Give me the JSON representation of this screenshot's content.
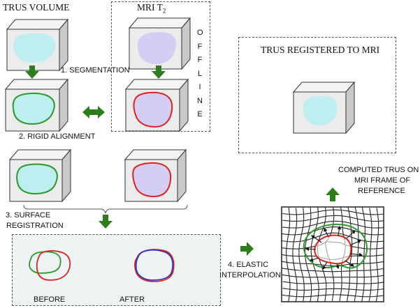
{
  "titles": {
    "trus_volume": "TRUS VOLUME",
    "mri_t2": "MRI T",
    "mri_t2_sub": "2",
    "offline": "OFFLINE",
    "trus_registered": "TRUS REGISTERED TO MRI"
  },
  "steps": {
    "segmentation": "1. SEGMENTATION",
    "rigid_alignment": "2. RIGID ALIGNMENT",
    "surface_line1": "3. SURFACE",
    "surface_line2": "REGISTRATION",
    "elastic_line1": "4. ELASTIC",
    "elastic_line2": "INTERPOLATION"
  },
  "labels": {
    "before": "BEFORE",
    "after": "AFTER",
    "computed_line1": "COMPUTED TRUS ON",
    "computed_line2": "MRI FRAME OF",
    "computed_line3": "REFERENCE"
  },
  "colors": {
    "trus_fill": "#bfeef0",
    "mri_fill": "#d4cdf4",
    "green_arrow": "#2e7d1c",
    "green_contour": "#2a9a2a",
    "red_contour": "#e0221c",
    "blue_contour": "#2a35c8",
    "panel_bg": "#eef4f4"
  }
}
